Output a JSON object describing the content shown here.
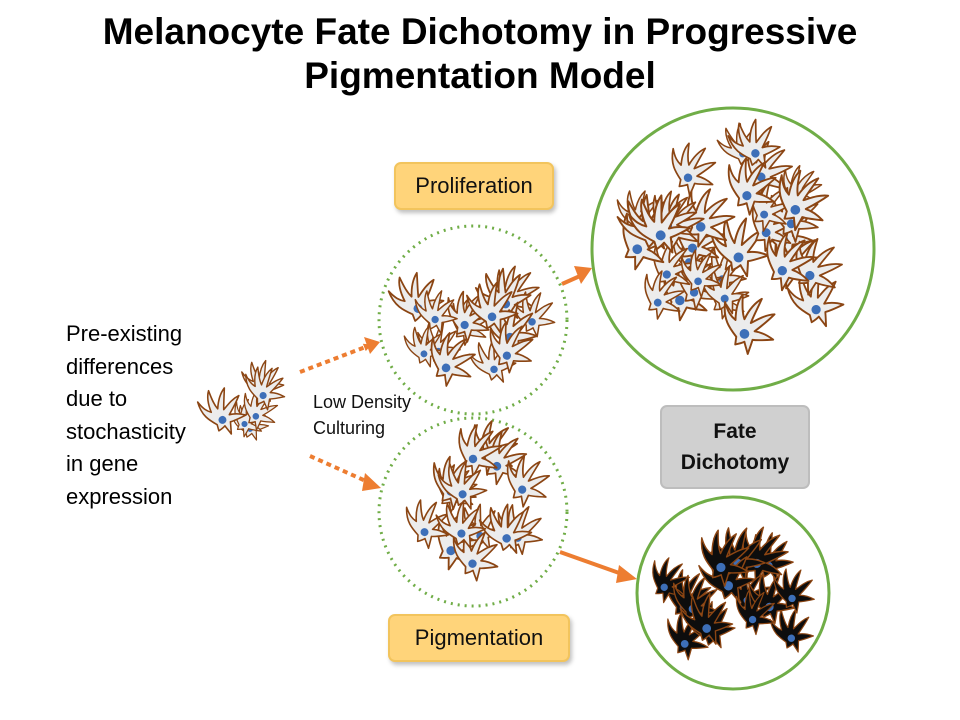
{
  "title": {
    "line1": "Melanocyte Fate Dichotomy in Progressive",
    "line2": "Pigmentation Model"
  },
  "side_text": {
    "lines": [
      "Pre-existing",
      "differences",
      "due to",
      "stochasticity",
      "in gene",
      "expression"
    ]
  },
  "culture_text": {
    "lines": [
      "Low Density",
      "Culturing"
    ]
  },
  "labels": {
    "proliferation": "Proliferation",
    "pigmentation": "Pigmentation",
    "fate_line1": "Fate",
    "fate_line2": "Dichotomy"
  },
  "colors": {
    "arrow": "#ed7d31",
    "circle_dotted": "#70ad47",
    "circle_solid": "#70ad47",
    "cell_outline": "#8b4513",
    "cell_fill": "#ececec",
    "nucleus": "#3d6fb8",
    "pigmented_fill": "#0d0d0d"
  }
}
